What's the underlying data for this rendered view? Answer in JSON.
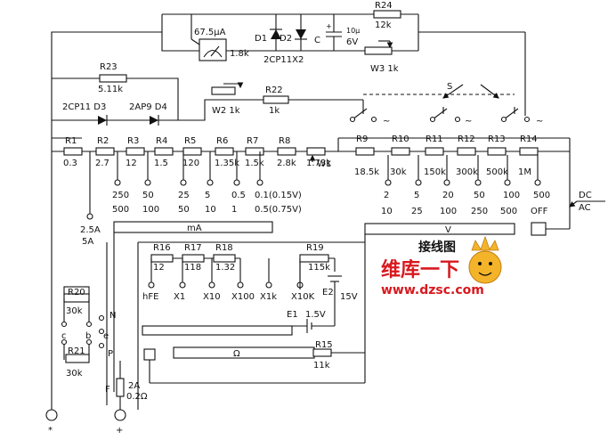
{
  "meter": {
    "label": "67.5μA",
    "r": "1.8k"
  },
  "diodes_top": {
    "d1": "D1",
    "d2": "D2",
    "type": "2CP11X2"
  },
  "capacitor": {
    "name": "C",
    "value": "10μ",
    "voltage": "6V"
  },
  "r24": {
    "name": "R24",
    "value": "12k"
  },
  "w3": {
    "label": "W3 1k"
  },
  "r23": {
    "name": "R23",
    "value": "5.11k"
  },
  "d3": {
    "label": "2CP11 D3"
  },
  "d4": {
    "label": "2AP9 D4"
  },
  "w2": {
    "label": "W2 1k"
  },
  "r22": {
    "name": "R22",
    "value": "1k"
  },
  "switch_s": "S",
  "tilde": "~",
  "chain": [
    {
      "name": "R1",
      "value": "0.3"
    },
    {
      "name": "R2",
      "value": "2.7"
    },
    {
      "name": "R3",
      "value": "12"
    },
    {
      "name": "R4",
      "value": "1.5"
    },
    {
      "name": "R5",
      "value": "120"
    },
    {
      "name": "R6",
      "value": "1.35k"
    },
    {
      "name": "R7",
      "value": "1.5k"
    },
    {
      "name": "R8",
      "value": "2.8k"
    },
    {
      "name": "",
      "value": "1.73k"
    }
  ],
  "w1": "W1",
  "vchain": [
    {
      "name": "R9",
      "value": "18.5k"
    },
    {
      "name": "R10",
      "value": "30k"
    },
    {
      "name": "R11",
      "value": "150k"
    },
    {
      "name": "R12",
      "value": "300k"
    },
    {
      "name": "R13",
      "value": "500k"
    },
    {
      "name": "R14",
      "value": "1M"
    }
  ],
  "ma_ranges": [
    {
      "top": "250",
      "bottom": "500"
    },
    {
      "top": "50",
      "bottom": "100"
    },
    {
      "top": "25",
      "bottom": "50"
    },
    {
      "top": "5",
      "bottom": "10"
    },
    {
      "top": "0.5",
      "bottom": "1"
    },
    {
      "top": "0.1(0.15V)",
      "bottom": "0.5(0.75V)"
    }
  ],
  "a_range": {
    "top": "2.5A",
    "bottom": "5A"
  },
  "v_ranges": [
    {
      "top": "2",
      "bottom": "10"
    },
    {
      "top": "5",
      "bottom": "25"
    },
    {
      "top": "20",
      "bottom": "100"
    },
    {
      "top": "50",
      "bottom": "250"
    },
    {
      "top": "100",
      "bottom": "500"
    },
    {
      "top": "500",
      "bottom": "OFF"
    }
  ],
  "dc": "DC",
  "ac": "AC",
  "bar_ma": "mA",
  "bar_v": "V",
  "bar_ohm": "Ω",
  "ohm_res": [
    {
      "name": "R16",
      "value": "12"
    },
    {
      "name": "R17",
      "value": "118"
    },
    {
      "name": "R18",
      "value": "1.32"
    }
  ],
  "ohm_ranges": [
    "hFE",
    "X1",
    "X10",
    "X100",
    "X1k",
    "X10K"
  ],
  "r19": {
    "name": "R19",
    "value": "115k"
  },
  "e2": {
    "name": "E2",
    "value": "15V"
  },
  "e1": {
    "name": "E1",
    "value": "1.5V"
  },
  "r15": {
    "name": "R15",
    "value": "11k"
  },
  "r20": {
    "name": "R20",
    "value": "30k"
  },
  "r21": {
    "name": "R21",
    "value": "30k"
  },
  "pins": {
    "c": "c",
    "b": "b",
    "n": "N",
    "e": "e",
    "p": "P"
  },
  "fuse": {
    "name": "F",
    "rating": "2A",
    "r": "0.2Ω"
  },
  "terminals": {
    "neg": "*",
    "pos": "+"
  },
  "watermark": {
    "cn": "维库一下",
    "url": "www.dzsc.com",
    "badge": "接线图"
  }
}
